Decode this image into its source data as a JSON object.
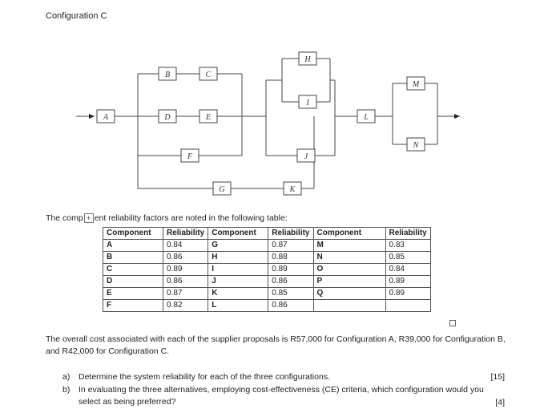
{
  "title": "Configuration C",
  "diagram": {
    "blocks": [
      "A",
      "B",
      "C",
      "D",
      "E",
      "F",
      "G",
      "H",
      "I",
      "J",
      "K",
      "L",
      "M",
      "N"
    ]
  },
  "intro": {
    "before": "The comp",
    "handle": "+",
    "after": "ent reliability factors are noted in the following table:"
  },
  "table": {
    "headers": [
      "Component",
      "Reliability",
      "Component",
      "Reliability",
      "Component",
      "Reliability"
    ],
    "rows": [
      [
        "A",
        "0.84",
        "G",
        "0.87",
        "M",
        "0.83"
      ],
      [
        "B",
        "0.86",
        "H",
        "0.88",
        "N",
        "0.85"
      ],
      [
        "C",
        "0.89",
        "I",
        "0.89",
        "O",
        "0.84"
      ],
      [
        "D",
        "0.86",
        "J",
        "0.86",
        "P",
        "0.89"
      ],
      [
        "E",
        "0.87",
        "K",
        "0.85",
        "Q",
        "0.89"
      ],
      [
        "F",
        "0.82",
        "L",
        "0.86",
        "",
        ""
      ]
    ]
  },
  "cost_text": "The overall cost associated with each of the supplier proposals is R57,000 for Configuration A, R39,000 for Configuration B, and R42,000 for Configuration C.",
  "questions": [
    {
      "label": "a)",
      "text": "Determine the system reliability for each of the three configurations.",
      "marks": "[15]"
    },
    {
      "label": "b)",
      "text": "In evaluating the three alternatives, employing cost-effectiveness (CE) criteria, which configuration would you select as being preferred?",
      "marks": "[4]"
    }
  ]
}
